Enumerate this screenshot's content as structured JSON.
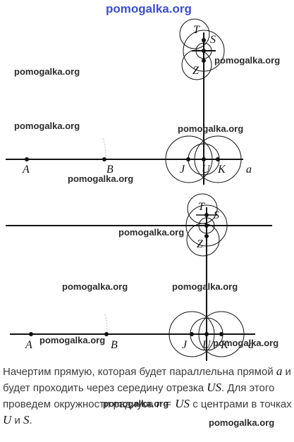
{
  "watermark": {
    "top": "pomogalka.org",
    "text": "pomogalka.org"
  },
  "figure1": {
    "line_label": "a",
    "points": {
      "A": "A",
      "B": "B",
      "J": "J",
      "U": "U",
      "K": "K",
      "T": "T",
      "S": "S",
      "Z": "Z"
    }
  },
  "figure2": {
    "line_label": "a",
    "points": {
      "A": "A",
      "B": "B",
      "J": "J",
      "U": "U",
      "K": "K",
      "T": "T",
      "S": "S",
      "Z": "Z"
    }
  },
  "caption": {
    "part1": "Начертим прямую, которая будет параллельна прямой ",
    "var_a": "a",
    "part2": " и будет проходить через середину отрезка ",
    "var_us": "US",
    "part3": ". Для этого проведем окружности радиуса ",
    "var_formula": "r = US",
    "part4": " с центрами в точках ",
    "var_u": "U",
    "part5": " и ",
    "var_s": "S",
    "part6": "."
  },
  "colors": {
    "line": "#111111",
    "watermark_top": "#3a4fd8"
  }
}
